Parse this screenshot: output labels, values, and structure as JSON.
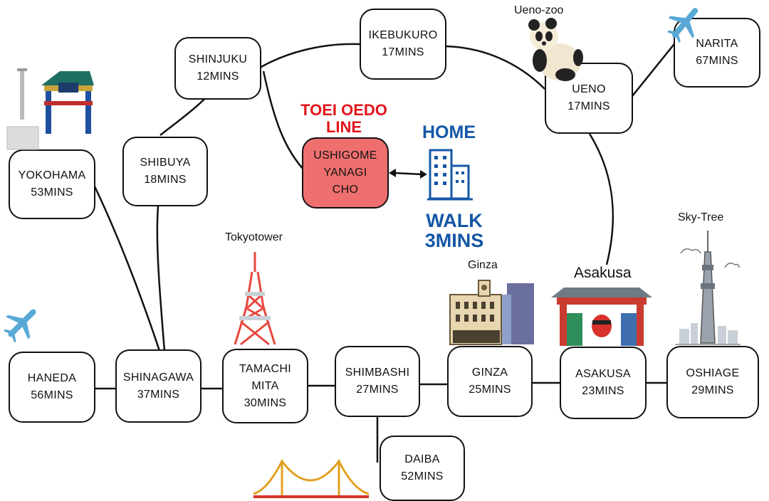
{
  "line": {
    "name_line1": "TOEI OEDO",
    "name_line2": "LINE",
    "color": "#e3141b"
  },
  "home": {
    "label": "HOME",
    "walk_line1": "WALK",
    "walk_line2": "3MINS",
    "color": "#1457a6"
  },
  "stations": {
    "ushigome": [
      "USHIGOME",
      "YANAGI",
      "CHO"
    ],
    "shinjuku": [
      "SHINJUKU",
      "12MINS"
    ],
    "ikebukuro": [
      "IKEBUKURO",
      "17MINS"
    ],
    "ueno": [
      "UENO",
      "17MINS"
    ],
    "narita": [
      "NARITA",
      "67MINS"
    ],
    "shibuya": [
      "SHIBUYA",
      "18MINS"
    ],
    "yokohama": [
      "YOKOHAMA",
      "53MINS"
    ],
    "haneda": [
      "HANEDA",
      "56MINS"
    ],
    "shinagawa": [
      "SHINAGAWA",
      "37MINS"
    ],
    "tamachi": [
      "TAMACHI",
      "MITA",
      "30MINS"
    ],
    "shimbashi": [
      "SHIMBASHI",
      "27MINS"
    ],
    "ginza": [
      "GINZA",
      "25MINS"
    ],
    "asakusa": [
      "ASAKUSA",
      "23MINS"
    ],
    "oshiage": [
      "OSHIAGE",
      "29MINS"
    ],
    "daiba": [
      "DAIBA",
      "52MINS"
    ]
  },
  "landmarks": {
    "ueno_zoo": "Ueno-zoo",
    "tokyo_tower": "Tokyotower",
    "ginza": "Ginza",
    "asakusa": "Asakusa",
    "sky_tree": "Sky-Tree"
  },
  "colors": {
    "home_station_fill": "#ef6f6f",
    "tower_red": "#e8473f",
    "plane_blue": "#58a9d6"
  }
}
